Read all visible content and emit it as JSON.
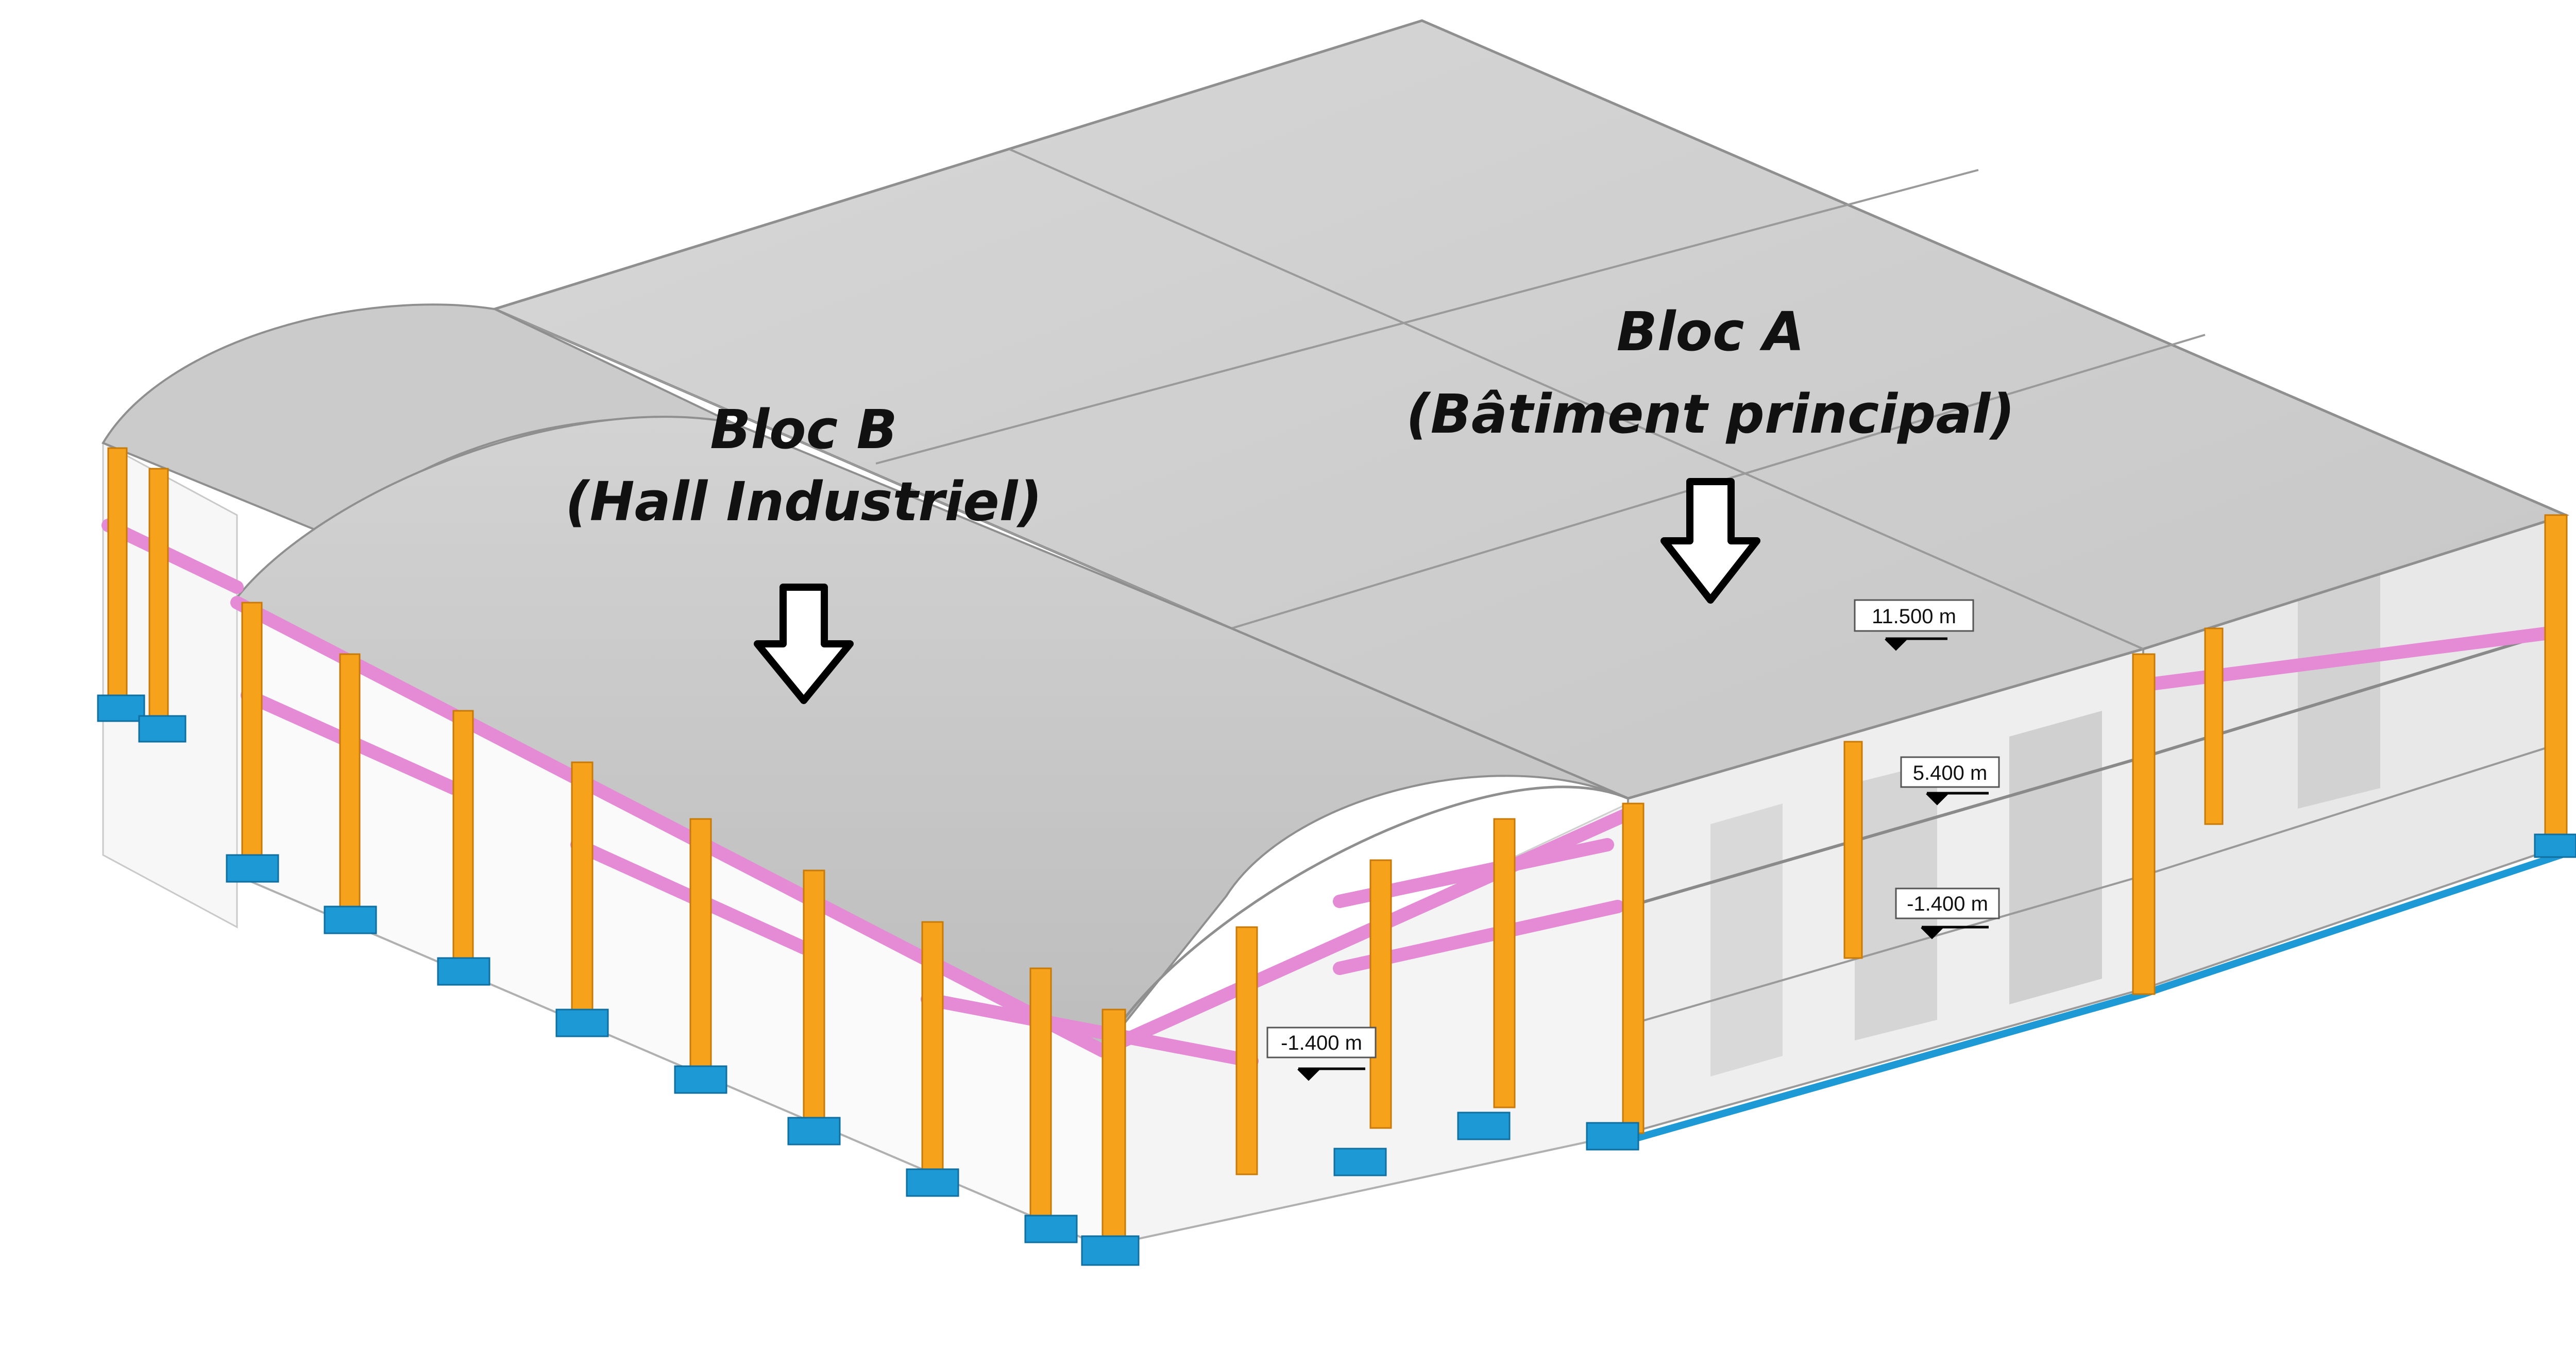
{
  "blocks": {
    "a": {
      "name": "Bloc A",
      "subtitle": "(Bâtiment principal)"
    },
    "b": {
      "name": "Bloc B",
      "subtitle": "(Hall Industriel)"
    }
  },
  "levels": {
    "roof": "11.500 m",
    "floor1": "5.400 m",
    "base_a": "-1.400 m",
    "base_b": "-1.400 m"
  },
  "colors": {
    "roof": "#cfcfcf",
    "column": "#f7a21b",
    "beam": "#e58ad4",
    "foundation": "#1d9ad6",
    "wall": "#e6e6e6",
    "arrow": "#000000"
  },
  "icons": {
    "pointer": "down-arrow-icon",
    "level": "level-marker-icon"
  }
}
